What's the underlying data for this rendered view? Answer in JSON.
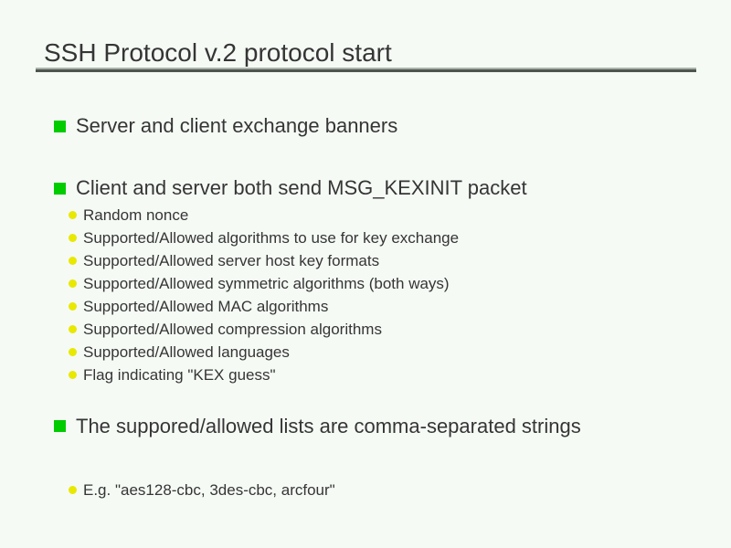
{
  "slide": {
    "title": "SSH Protocol v.2 protocol start",
    "bullets": [
      {
        "text": "Server and client exchange banners",
        "sub": []
      },
      {
        "text": "Client and server both send MSG_KEXINIT packet",
        "sub": [
          "Random nonce",
          "Supported/Allowed algorithms to use for key exchange",
          "Supported/Allowed server host key formats",
          "Supported/Allowed symmetric algorithms (both ways)",
          "Supported/Allowed MAC algorithms",
          "Supported/Allowed compression algorithms",
          "Supported/Allowed languages",
          "Flag indicating \"KEX guess\""
        ]
      },
      {
        "text": "The suppored/allowed lists are comma-separated strings",
        "sub": [
          "E.g. \"aes128-cbc, 3des-cbc, arcfour\""
        ]
      }
    ]
  },
  "colors": {
    "background": "#f5faf5",
    "text": "#353535",
    "bullet_green": "#00cc00",
    "bullet_yellow": "#e8e800",
    "rule_light": "#a9b2a9",
    "rule_dark": "#4e544e"
  }
}
